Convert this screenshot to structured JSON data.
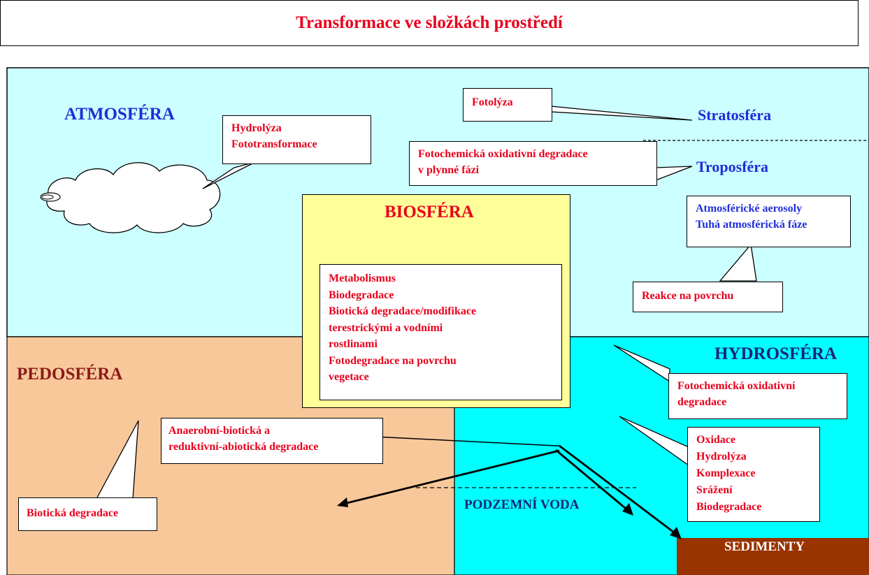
{
  "title": "Transformace ve složkách prostředí",
  "colors": {
    "atmosphere": "#ccffff",
    "pedosphere": "#f9c89a",
    "biosphere": "#ffff99",
    "hydrosphere": "#00ffff",
    "sediment": "#993300",
    "label_red": "#e8001c",
    "label_blue": "#1f2dd9",
    "label_darkblue": "#1a237e",
    "label_brown": "#8b1a1a"
  },
  "spheres": {
    "atmosphere": "ATMOSFÉRA",
    "biosphere": "BIOSFÉRA",
    "hydrosphere": "HYDROSFÉRA",
    "pedosphere": "PEDOSFÉRA",
    "stratosphere": "Stratosféra",
    "troposphere": "Troposféra",
    "groundwater": "PODZEMNÍ VODA",
    "sediments": "SEDIMENTY"
  },
  "callouts": {
    "cloud": [
      "Hydrolýza",
      "Fototransformace"
    ],
    "stratosphere": [
      "Fotolýza"
    ],
    "troposphere": [
      "Fotochemická oxidativní degradace",
      "v plynné fázi"
    ],
    "aerosols": [
      "Atmosférické aerosoly",
      "Tuhá atmosférická fáze"
    ],
    "surface": [
      "Reakce na povrchu"
    ],
    "biosphere": [
      "Metabolismus",
      "Biodegradace",
      "Biotická degradace/modifikace",
      "terestrickými a vodními",
      "rostlinami",
      "Fotodegradace na povrchu",
      "vegetace"
    ],
    "hydro_photo": [
      "Fotochemická oxidativní",
      "degradace"
    ],
    "hydro_processes": [
      "Oxidace",
      "Hydrolýza",
      "Komplexace",
      "Srážení",
      "Biodegradace"
    ],
    "anaerobic": [
      "Anaerobní-biotická a",
      "reduktivní-abiotická degradace"
    ],
    "pedo": [
      "Biotická degradace"
    ]
  }
}
